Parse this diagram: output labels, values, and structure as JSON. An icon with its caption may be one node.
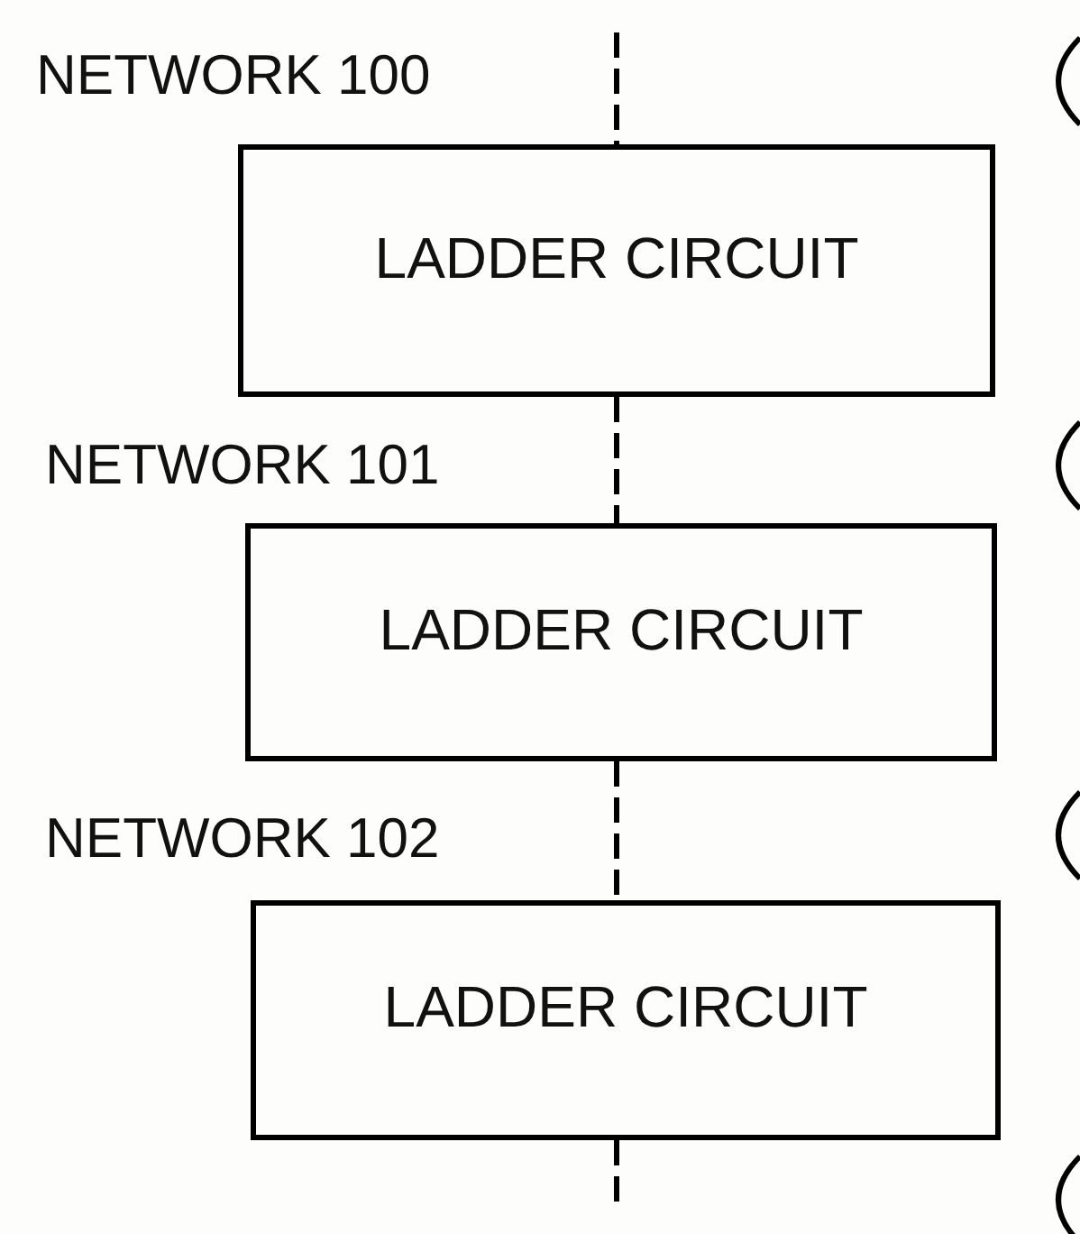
{
  "diagram": {
    "nodes": [
      {
        "text": [
          "LADDER CIRCUIT"
        ],
        "beside": [
          "NETWORK 100"
        ]
      },
      {
        "text": [
          "LADDER CIRCUIT"
        ],
        "beside": [
          "NETWORK 101"
        ]
      },
      {
        "text": [
          "LADDER CIRCUIT"
        ],
        "beside": [
          "NETWORK 102"
        ]
      }
    ],
    "edges": [
      {
        "from": null,
        "to": 0,
        "arrow": "none",
        "style": "dashed"
      },
      {
        "from": 0,
        "to": 1,
        "arrow": "none",
        "style": "dashed"
      },
      {
        "from": 1,
        "to": 2,
        "arrow": "none",
        "style": "dashed"
      },
      {
        "from": 2,
        "to": null,
        "arrow": "none",
        "style": "dashed"
      }
    ]
  }
}
